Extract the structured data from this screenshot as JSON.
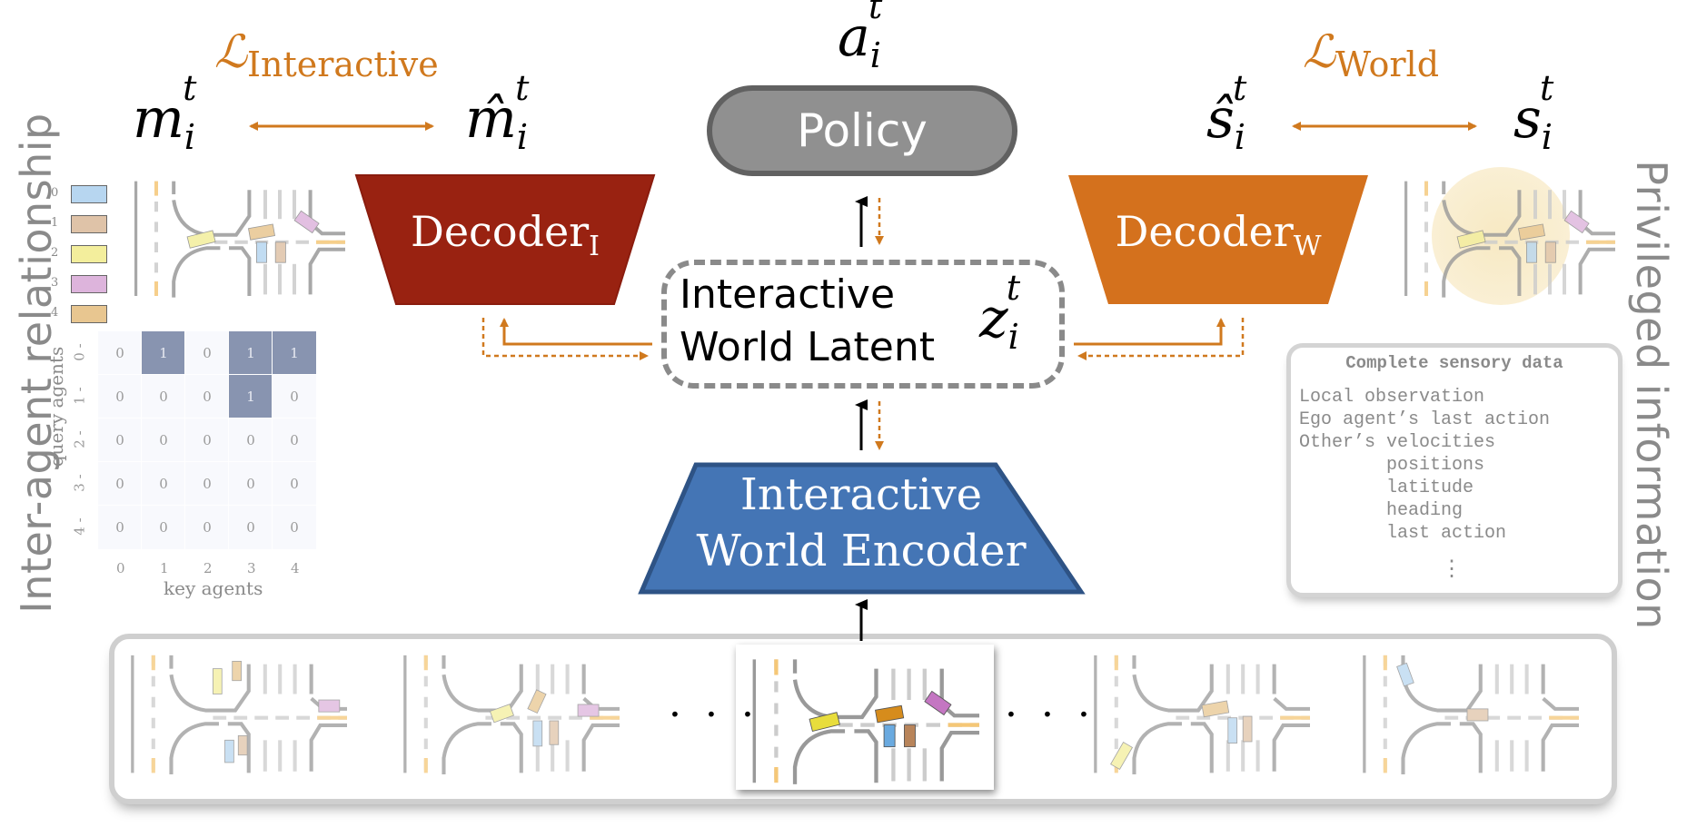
{
  "side_labels": {
    "left": "Inter-agent relationship",
    "right": "Privileged information"
  },
  "losses": {
    "interactive": {
      "symbol": "ℒ",
      "subscript": "Interactive"
    },
    "world": {
      "symbol": "ℒ",
      "subscript": "World"
    }
  },
  "variables": {
    "m": {
      "base": "m",
      "sub": "i",
      "sup": "t"
    },
    "m_hat": {
      "base": "m̂",
      "sub": "i",
      "sup": "t"
    },
    "a": {
      "base": "a",
      "sub": "i",
      "sup": "t"
    },
    "s_hat": {
      "base": "ŝ",
      "sub": "i",
      "sup": "t"
    },
    "s": {
      "base": "s",
      "sub": "i",
      "sup": "t"
    },
    "z": {
      "base": "z",
      "sub": "i",
      "sup": "t"
    }
  },
  "blocks": {
    "policy": "Policy",
    "decoder_i": {
      "label": "Decoder",
      "sub": "I"
    },
    "decoder_w": {
      "label": "Decoder",
      "sub": "W"
    },
    "latent": {
      "line1": "Interactive",
      "line2": "World Latent"
    },
    "encoder": {
      "line1": "Interactive",
      "line2": "World Encoder"
    }
  },
  "colors": {
    "loss_orange": "#d0791e",
    "decoder_i": "#992211",
    "decoder_w": "#d4711d",
    "encoder_fill": "#4475b5",
    "encoder_border": "#2e5385",
    "policy_fill": "#909090",
    "policy_border": "#616161",
    "heat_on": "#8894b0",
    "heat_off": "#f8f9fd"
  },
  "agent_legend": [
    {
      "id": "0",
      "color": "#b7d6f0"
    },
    {
      "id": "1",
      "color": "#dfc3a8"
    },
    {
      "id": "2",
      "color": "#f3ee9c"
    },
    {
      "id": "3",
      "color": "#ddb4dc"
    },
    {
      "id": "4",
      "color": "#e8c690"
    }
  ],
  "chart_data": {
    "type": "heatmap",
    "title": "",
    "xlabel": "key agents",
    "ylabel": "query agents",
    "x_ticks": [
      "0",
      "1",
      "2",
      "3",
      "4"
    ],
    "y_ticks": [
      "0",
      "1",
      "2",
      "3",
      "4"
    ],
    "values": [
      [
        0,
        1,
        0,
        1,
        1
      ],
      [
        0,
        0,
        0,
        1,
        0
      ],
      [
        0,
        0,
        0,
        0,
        0
      ],
      [
        0,
        0,
        0,
        0,
        0
      ],
      [
        0,
        0,
        0,
        0,
        0
      ]
    ]
  },
  "sensory": {
    "title": "Complete sensory data",
    "lines": [
      "Local observation",
      "Ego agent’s last action",
      "Other’s velocities",
      "        positions",
      "        latitude",
      "        heading",
      "        last action"
    ],
    "ellipsis": "⋮"
  },
  "timeline": {
    "ellipsis": "· · ·",
    "frames": 5,
    "current_frame": 3
  }
}
